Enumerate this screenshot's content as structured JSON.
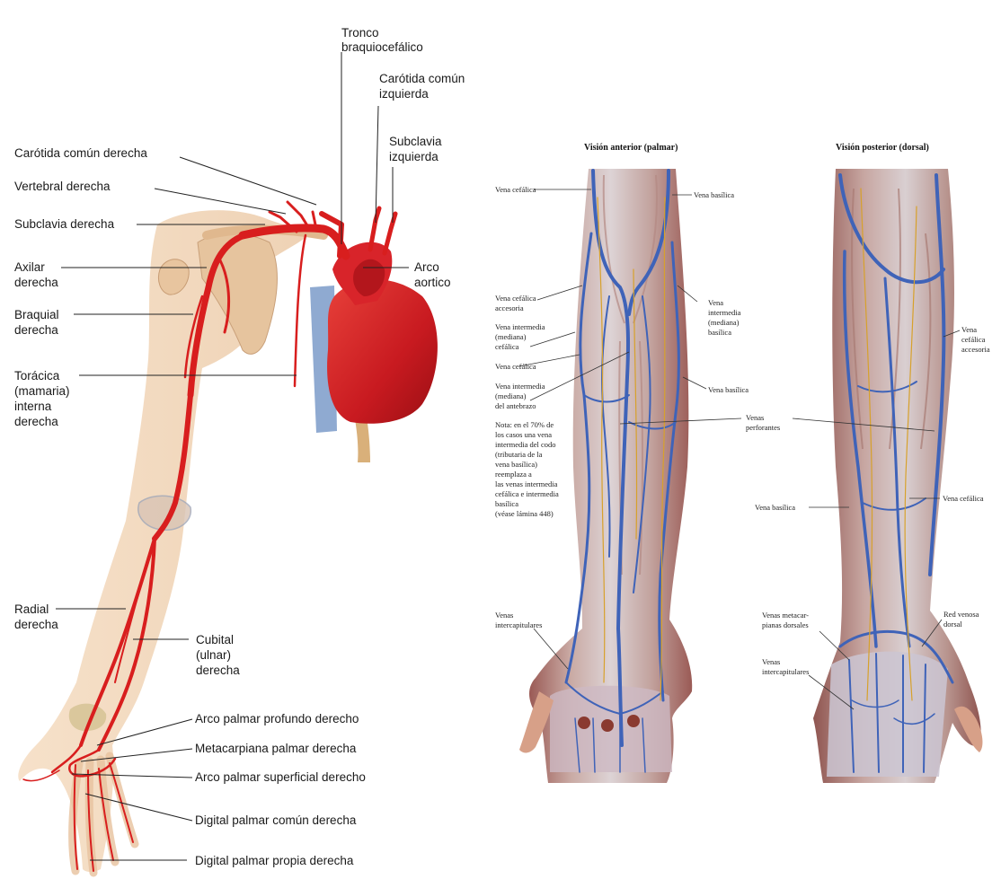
{
  "left_diagram": {
    "labels": {
      "tronco": [
        "Tronco",
        "braquiocefálico"
      ],
      "carotida_izq": [
        "Carótida común",
        "izquierda"
      ],
      "subclavia_izq": [
        "Subclavia",
        "izquierda"
      ],
      "carotida_der": [
        "Carótida común derecha"
      ],
      "vertebral_der": [
        "Vertebral derecha"
      ],
      "subclavia_der": [
        "Subclavia derecha"
      ],
      "axilar": [
        "Axilar",
        "derecha"
      ],
      "arco_aortico": [
        "Arco",
        "aortico"
      ],
      "braquial": [
        "Braquial",
        "derecha"
      ],
      "toracica": [
        "Torácica",
        "(mamaria)",
        "interna",
        "derecha"
      ],
      "radial": [
        "Radial",
        "derecha"
      ],
      "cubital": [
        "Cubital",
        "(ulnar)",
        "derecha"
      ],
      "arco_profundo": [
        "Arco palmar profundo derecho"
      ],
      "metacarpiana": [
        "Metacarpiana palmar derecha"
      ],
      "arco_superficial": [
        "Arco palmar superficial derecho"
      ],
      "digital_comun": [
        "Digital palmar común derecha"
      ],
      "digital_propia": [
        "Digital palmar propia derecha"
      ]
    }
  },
  "right_diagram": {
    "headings": {
      "anterior": "Visión anterior (palmar)",
      "posterior": "Visión posterior (dorsal)"
    },
    "labels": {
      "a_cefalica": [
        "Vena cefálica"
      ],
      "a_basilica_top": [
        "Vena basílica"
      ],
      "a_cefalica_accesoria": [
        "Vena cefálica",
        "accesoria"
      ],
      "a_intermedia_basilica": [
        "Vena",
        "intermedia",
        "(mediana)",
        "basílica"
      ],
      "a_intermedia_cefalica": [
        "Vena intermedia",
        "(mediana)",
        "cefálica"
      ],
      "a_cefalica_2": [
        "Vena cefálica"
      ],
      "a_basilica_2": [
        "Vena basílica"
      ],
      "a_intermedia_antebrazo": [
        "Vena intermedia",
        "(mediana)",
        "del antebrazo"
      ],
      "a_nota": [
        "Nota: en el 70% de",
        "los casos una vena",
        "intermedia del codo",
        "(tributaria de la",
        "vena basílica)",
        "reemplaza a",
        "las venas intermedia",
        "cefálica e intermedia",
        "basílica",
        "(véase lámina 448)"
      ],
      "venas_perforantes": [
        "Venas",
        "perforantes"
      ],
      "a_intercapitulares": [
        "Venas",
        "intercapitulares"
      ],
      "p_cefalica_accesoria": [
        "Vena",
        "cefálica",
        "accesoria"
      ],
      "p_basilica": [
        "Vena basílica"
      ],
      "p_cefalica": [
        "Vena cefálica"
      ],
      "p_metacarpianas": [
        "Venas metacar-",
        "pianas dorsales"
      ],
      "p_red_venosa": [
        "Red venosa",
        "dorsal"
      ],
      "p_intercapitulares": [
        "Venas",
        "intercapitulares"
      ]
    }
  }
}
